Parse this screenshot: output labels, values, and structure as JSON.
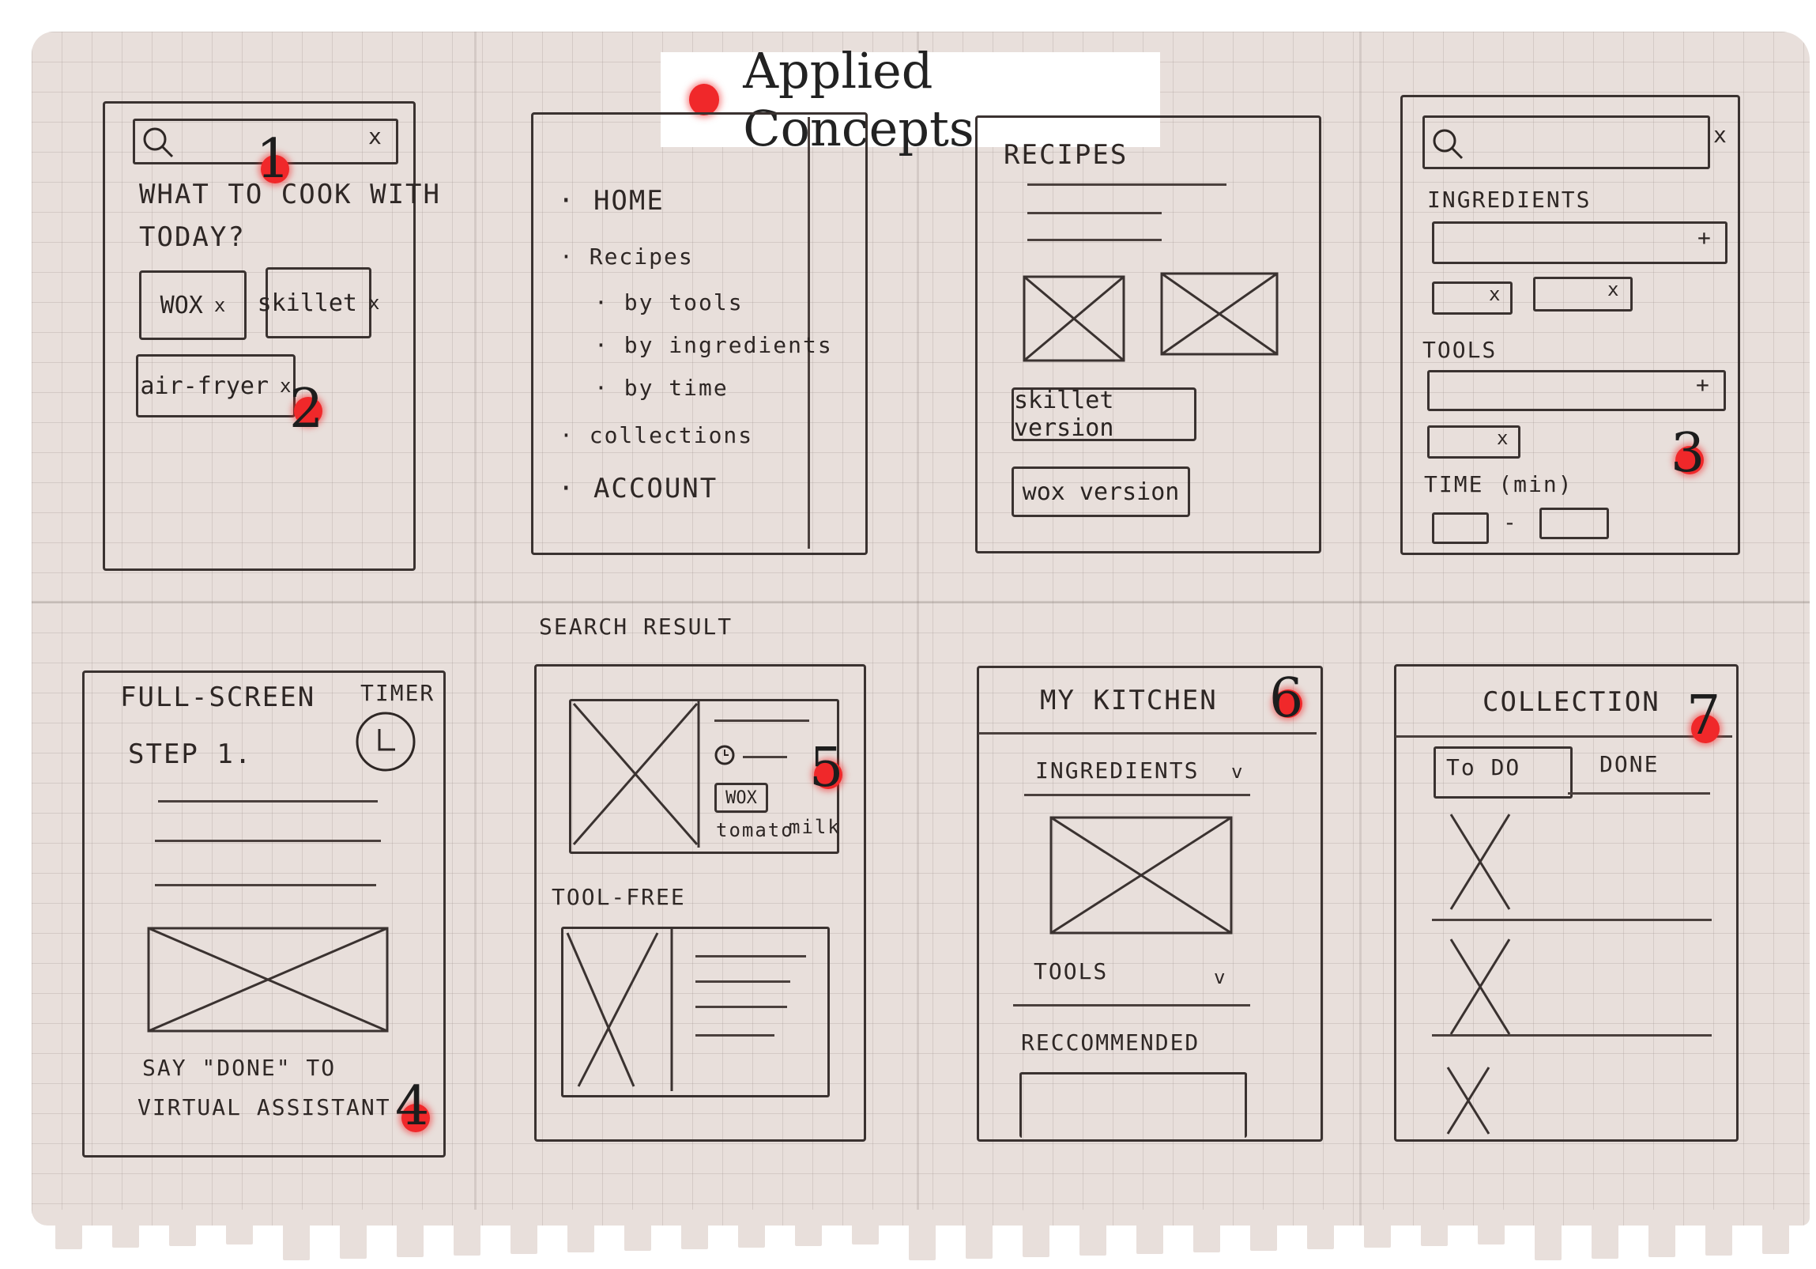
{
  "legend": {
    "label": "Applied Concepts",
    "color": "#f0282a"
  },
  "markers": [
    "1",
    "2",
    "3",
    "4",
    "5",
    "6",
    "7"
  ],
  "sketch1": {
    "question_line1": "WHAT TO COOK WITH",
    "question_line2": "TODAY?",
    "chips": [
      "WOX",
      "skillet",
      "air-fryer"
    ],
    "remove": "x",
    "search_clear": "x"
  },
  "sketch2": {
    "menu": [
      "HOME",
      "Recipes",
      "by tools",
      "by ingredients",
      "by time",
      "collections",
      "ACCOUNT"
    ]
  },
  "sketch3": {
    "title": "RECIPES",
    "versions": [
      "skillet version",
      "wox version"
    ]
  },
  "sketch4": {
    "search_clear": "x",
    "ingredients": "INGREDIENTS",
    "tools": "TOOLS",
    "time": "TIME (min)",
    "add": "+",
    "remove": "x",
    "range_sep": "-"
  },
  "sketch5": {
    "title": "FULL-SCREEN",
    "timer": "TIMER",
    "step": "STEP 1.",
    "caption_line1": "SAY \"DONE\" TO",
    "caption_line2": "VIRTUAL ASSISTANT"
  },
  "sketch6": {
    "heading": "SEARCH RESULT",
    "tag": "WOX",
    "ingredients": [
      "tomato",
      "milk"
    ],
    "section": "TOOL-FREE"
  },
  "sketch7": {
    "title": "MY KITCHEN",
    "ingredients": "INGREDIENTS",
    "tools": "TOOLS",
    "chevron": "v",
    "recommended": "RECCOMMENDED"
  },
  "sketch8": {
    "title": "COLLECTION",
    "tabs": [
      "To DO",
      "DONE"
    ]
  }
}
